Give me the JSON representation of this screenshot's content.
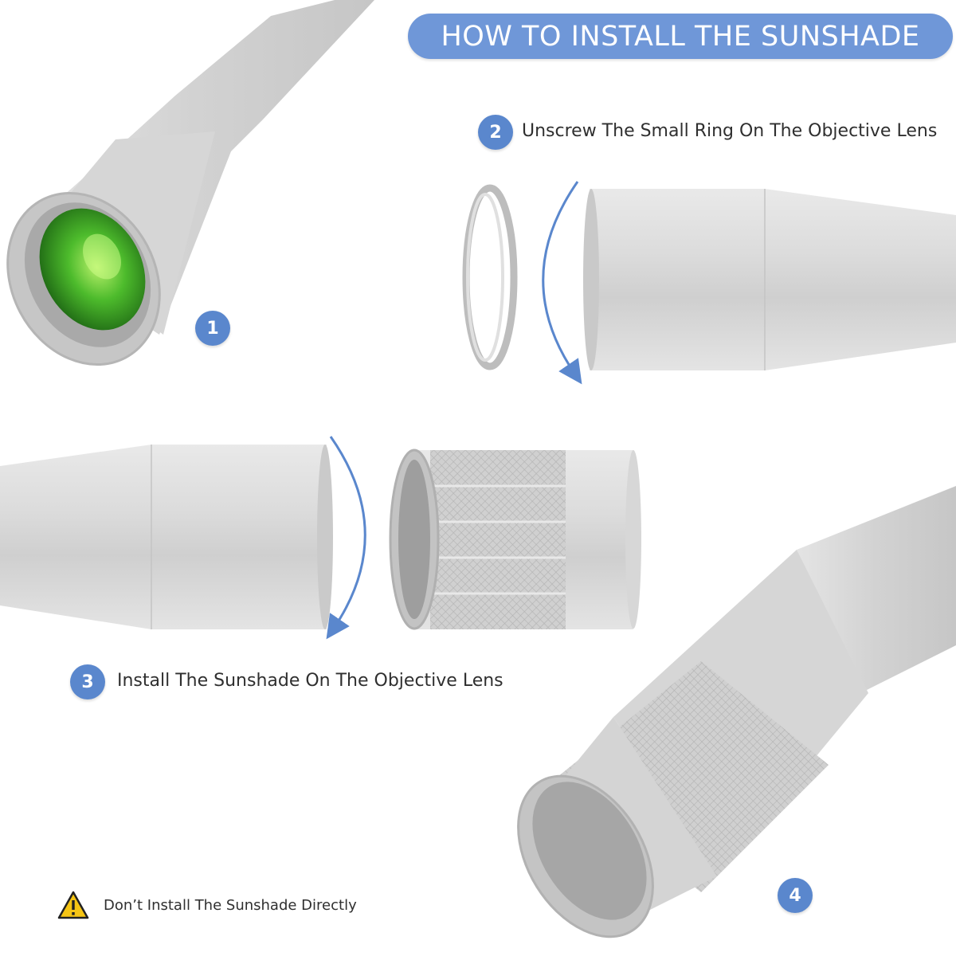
{
  "header": {
    "title": "HOW TO INSTALL THE SUNSHADE"
  },
  "steps": [
    {
      "number": "1",
      "caption": ""
    },
    {
      "number": "2",
      "caption": "Unscrew The Small Ring On The Objective Lens"
    },
    {
      "number": "3",
      "caption": "Install The Sunshade On The Objective Lens"
    },
    {
      "number": "4",
      "caption": ""
    }
  ],
  "warning": {
    "icon": "warning-triangle-icon",
    "text": "Don’t Install The Sunshade Directly"
  },
  "colors": {
    "accent": "#5a87cd",
    "pill": "#6f97d8",
    "arrow": "#5a87cd",
    "metal": "#d9d9d9",
    "lens": "#3fae2a"
  }
}
